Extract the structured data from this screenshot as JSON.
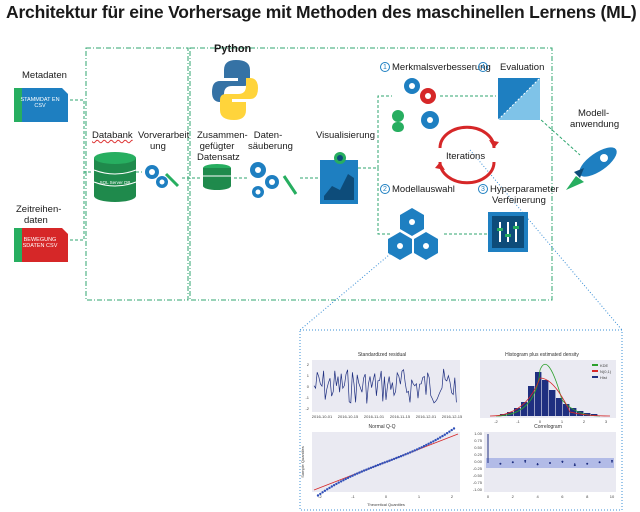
{
  "title": "Architektur für eine Vorhersage mit Methoden des maschinellen Lernens (ML)",
  "python_label": "Python",
  "inputs": {
    "metadata_label": "Metadaten",
    "metadata_doc": "STAMMDAT EN CSV",
    "timeseries_label_1": "Zeitreihen-",
    "timeseries_label_2": "daten",
    "timeseries_doc": "BEWEGUNG SDATEN CSV"
  },
  "steps": {
    "databank": "Databank",
    "db_caption": "SQL Server DB",
    "preproc_1": "Vorverarbeit",
    "preproc_2": "ung",
    "merged_1": "Zusammen-",
    "merged_2": "gefügter",
    "merged_3": "Datensatz",
    "cleaning_1": "Daten-",
    "cleaning_2": "säuberung",
    "visualization": "Visualisierung",
    "feature_num": "1",
    "feature": "Merkmalsverbesserung",
    "eval_num": "4",
    "evaluation": "Evaluation",
    "iterations": "Iterations",
    "model_num": "2",
    "model_selection": "Modellauswahl",
    "hyper_num": "3",
    "hyper_1": "Hyperparameter",
    "hyper_2": "Verfeinerung",
    "app_1": "Modell-",
    "app_2": "anwendung"
  },
  "plots": {
    "residual_title": "Standardized residual",
    "residual_dates": [
      "2016-10-01",
      "2016-10-15",
      "2016-11-01",
      "2016-11-15",
      "2016-12-01",
      "2016-12-15"
    ],
    "residual_yticks": [
      "2",
      "1",
      "0",
      "-1",
      "-2"
    ],
    "hist_title": "Histogram plus estimated density",
    "hist_legend": [
      "KDE",
      "N(0,1)",
      "Hist"
    ],
    "hist_xticks": [
      "-2",
      "-1",
      "0",
      "1",
      "2",
      "3"
    ],
    "qq_title": "Normal Q-Q",
    "qq_xlabel": "Theoretical Quantiles",
    "qq_ylabel": "Sample Quantiles",
    "qq_xticks": [
      "-2",
      "-1",
      "0",
      "1",
      "2"
    ],
    "corr_title": "Correlogram",
    "corr_xticks": [
      "0",
      "2",
      "4",
      "6",
      "8",
      "10"
    ],
    "corr_yticks": [
      "1.00",
      "0.75",
      "0.50",
      "0.25",
      "0.00",
      "-0.25",
      "-0.50",
      "-0.75",
      "-1.00"
    ]
  },
  "colors": {
    "dash": "#2fa66f",
    "dot": "#3a8fd6",
    "blue": "#1e7fc1",
    "green": "#27ae60",
    "red": "#d62728",
    "navy": "#1f2f80"
  }
}
